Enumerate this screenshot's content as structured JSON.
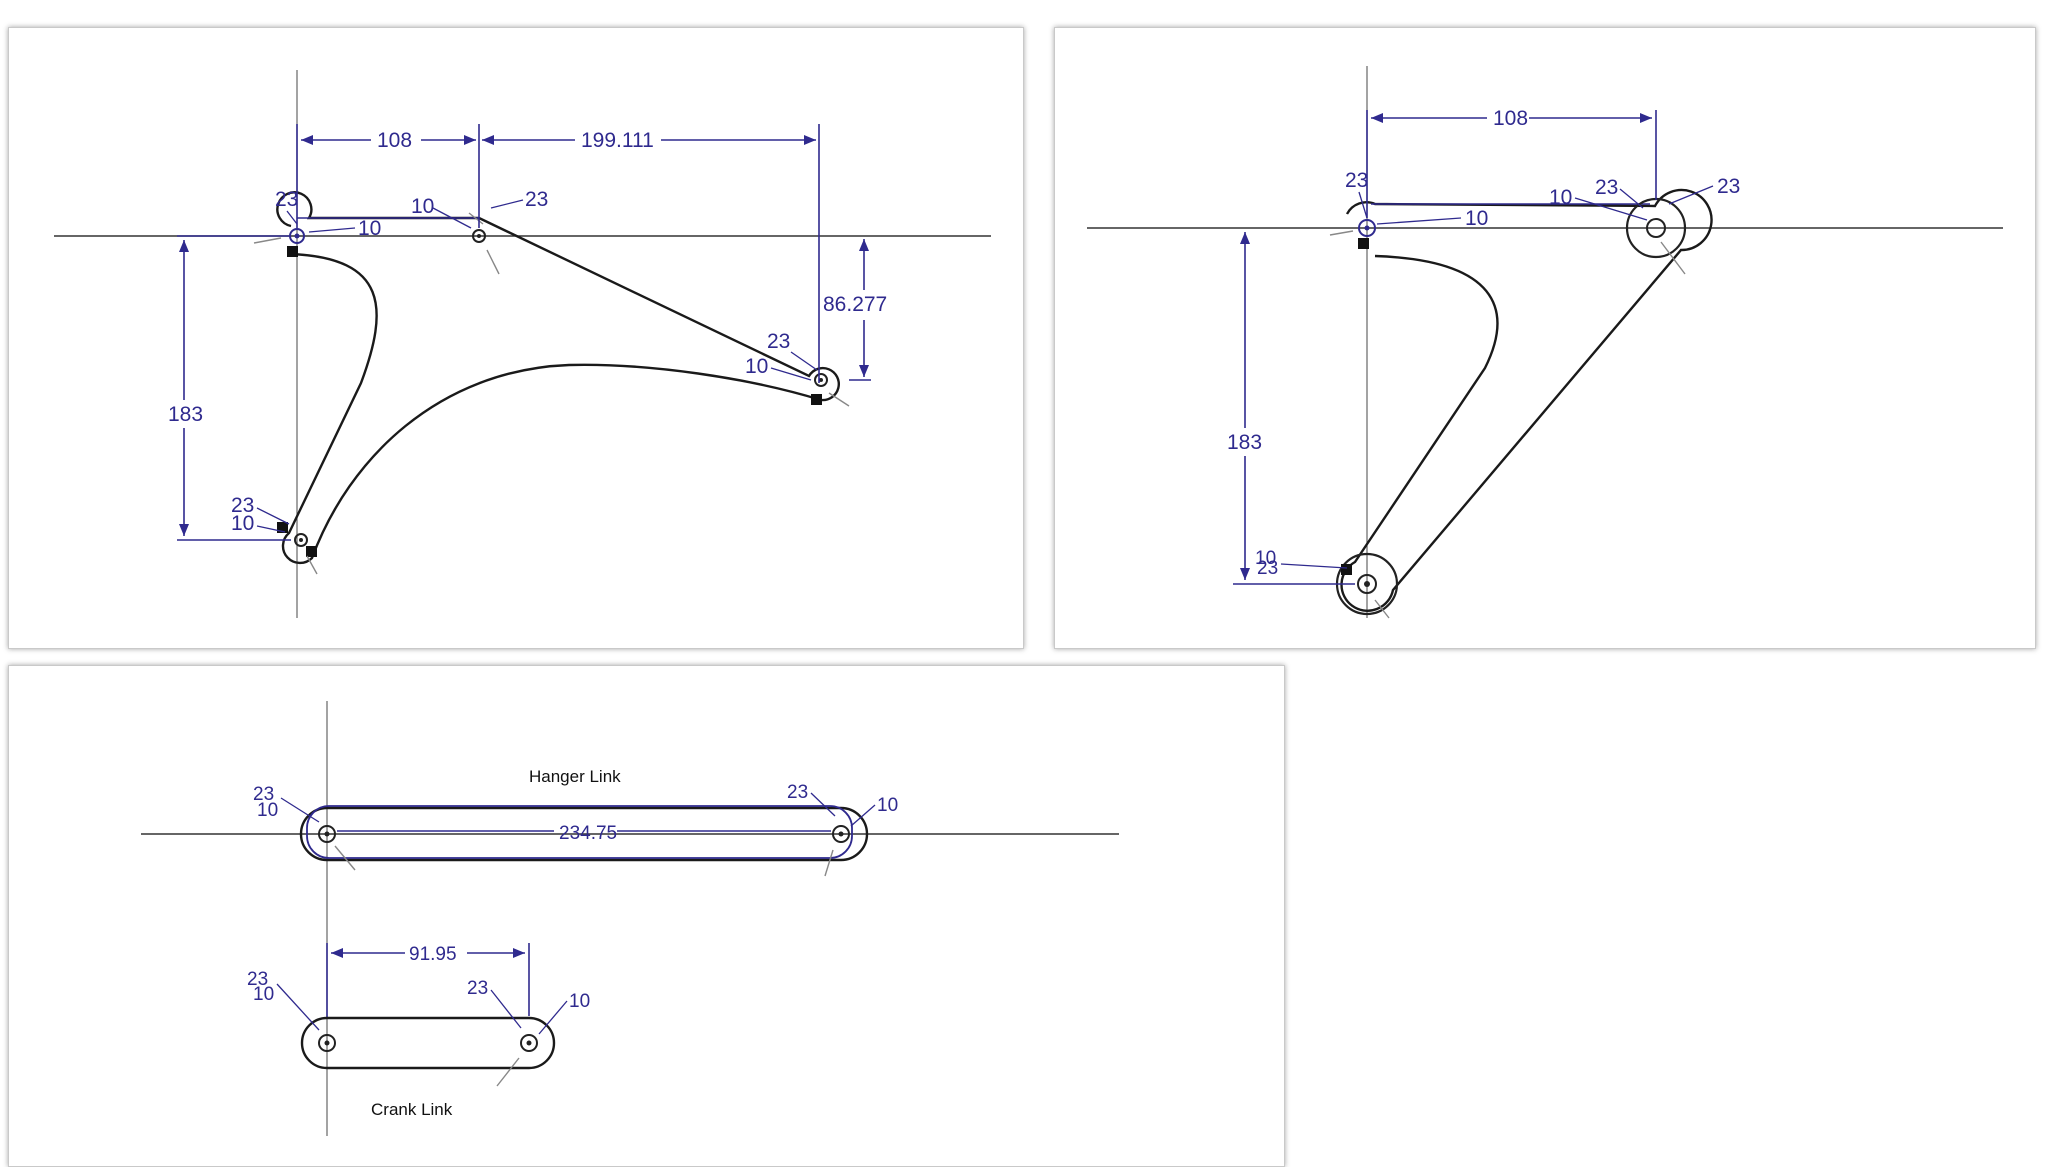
{
  "panel_a": {
    "dim_h1": "108",
    "dim_h2": "199.111",
    "dim_v_height": "183",
    "dim_v_drop": "86.277",
    "p1_outer": "23",
    "p1_inner": "10",
    "p2_outer": "23",
    "p2_inner": "10",
    "p3_outer": "23",
    "p3_inner": "10",
    "p4_outer": "23",
    "p4_inner": "10"
  },
  "panel_b": {
    "dim_h1": "108",
    "dim_v_height": "183",
    "p1_outer": "23",
    "p1_inner": "10",
    "p2_inner": "10",
    "p2_outer_a": "23",
    "p2_outer_b": "23",
    "p3_inner": "10",
    "p3_outer": "23"
  },
  "panel_c": {
    "hanger_label": "Hanger Link",
    "hanger_length": "234.75",
    "hanger_left_outer": "23",
    "hanger_left_inner": "10",
    "hanger_right_outer": "23",
    "hanger_right_inner": "10",
    "crank_label": "Crank Link",
    "crank_length": "91.95",
    "crank_left_outer": "23",
    "crank_left_inner": "10",
    "crank_right_outer": "23",
    "crank_right_inner": "10"
  },
  "colors": {
    "dimension": "#2f2a8e",
    "geometry": "#1a1a1a",
    "panel_border": "#c9c9c9"
  }
}
